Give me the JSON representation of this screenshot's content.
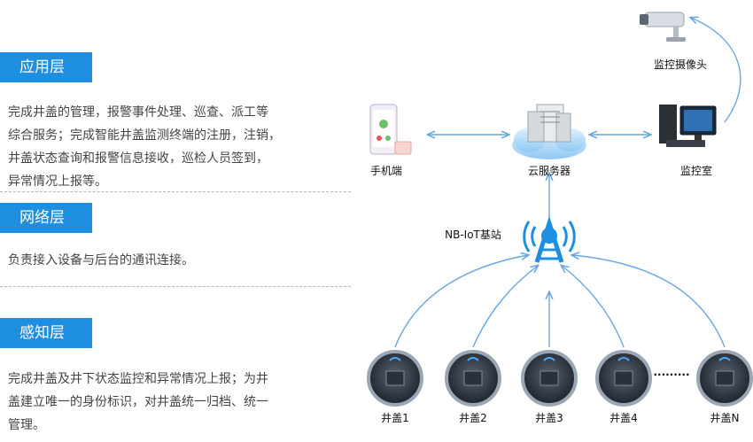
{
  "layers": [
    {
      "title": "应用层",
      "lines": [
        "完成井盖的管理，报警事件处理、巡查、派工等",
        "综合服务；完成智能井盖监测终端的注册，注销，",
        "井盖状态查询和报警信息接收，巡检人员签到，",
        "异常情况上报等。"
      ]
    },
    {
      "title": "网络层",
      "lines": [
        "负责接入设备与后台的通讯连接。"
      ]
    },
    {
      "title": "感知层",
      "lines": [
        "完成井盖及井下状态监控和异常情况上报；为井",
        "盖建立唯一的身份标识，对井盖统一归档、统一",
        "管理。"
      ]
    }
  ],
  "nodes": {
    "camera": "监控摄像头",
    "phone": "手机端",
    "cloud": "云服务器",
    "monitor_room": "监控室",
    "base_station": "NB-IoT基站"
  },
  "covers": [
    "井盖1",
    "井盖2",
    "井盖3",
    "井盖4",
    "井盖N"
  ],
  "ellipsis": "·········",
  "colors": {
    "accent": "#1e8fe0",
    "arrow": "#6aa7e0"
  }
}
